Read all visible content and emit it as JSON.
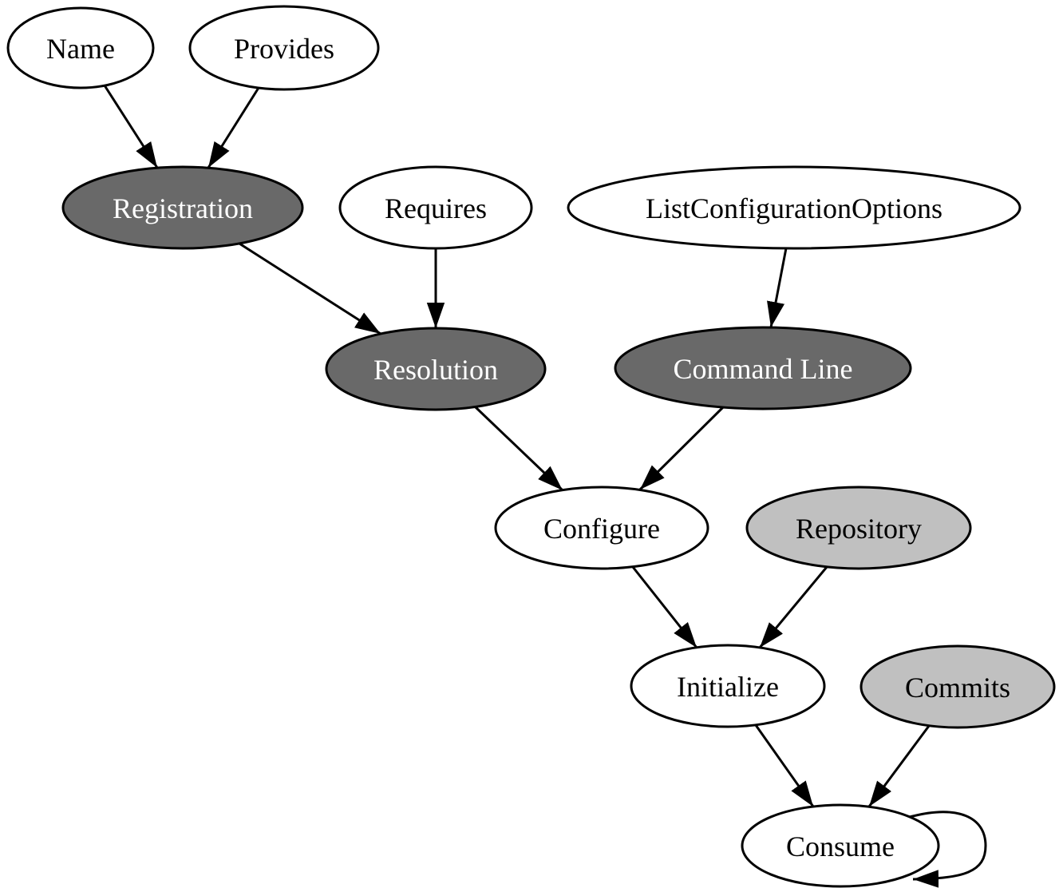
{
  "diagram": {
    "type": "directed-graph",
    "background": "#ffffff",
    "colors": {
      "stroke": "#000000",
      "fill_white": "#ffffff",
      "fill_dark_gray": "#696969",
      "fill_light_gray": "#c0c0c0",
      "text_on_dark": "#ffffff",
      "text_on_light": "#000000"
    },
    "nodes": [
      {
        "id": "name",
        "label": "Name",
        "fill": "#ffffff",
        "text_color": "#000000"
      },
      {
        "id": "provides",
        "label": "Provides",
        "fill": "#ffffff",
        "text_color": "#000000"
      },
      {
        "id": "registration",
        "label": "Registration",
        "fill": "#696969",
        "text_color": "#ffffff"
      },
      {
        "id": "requires",
        "label": "Requires",
        "fill": "#ffffff",
        "text_color": "#000000"
      },
      {
        "id": "list-configuration-options",
        "label": "ListConfigurationOptions",
        "fill": "#ffffff",
        "text_color": "#000000"
      },
      {
        "id": "resolution",
        "label": "Resolution",
        "fill": "#696969",
        "text_color": "#ffffff"
      },
      {
        "id": "command-line",
        "label": "Command Line",
        "fill": "#696969",
        "text_color": "#ffffff"
      },
      {
        "id": "configure",
        "label": "Configure",
        "fill": "#ffffff",
        "text_color": "#000000"
      },
      {
        "id": "repository",
        "label": "Repository",
        "fill": "#c0c0c0",
        "text_color": "#000000"
      },
      {
        "id": "initialize",
        "label": "Initialize",
        "fill": "#ffffff",
        "text_color": "#000000"
      },
      {
        "id": "commits",
        "label": "Commits",
        "fill": "#c0c0c0",
        "text_color": "#000000"
      },
      {
        "id": "consume",
        "label": "Consume",
        "fill": "#ffffff",
        "text_color": "#000000"
      }
    ],
    "edges": [
      {
        "from": "Name",
        "to": "Registration"
      },
      {
        "from": "Provides",
        "to": "Registration"
      },
      {
        "from": "Registration",
        "to": "Resolution"
      },
      {
        "from": "Requires",
        "to": "Resolution"
      },
      {
        "from": "ListConfigurationOptions",
        "to": "Command Line"
      },
      {
        "from": "Resolution",
        "to": "Configure"
      },
      {
        "from": "Command Line",
        "to": "Configure"
      },
      {
        "from": "Configure",
        "to": "Initialize"
      },
      {
        "from": "Repository",
        "to": "Initialize"
      },
      {
        "from": "Initialize",
        "to": "Consume"
      },
      {
        "from": "Commits",
        "to": "Consume"
      },
      {
        "from": "Consume",
        "to": "Consume",
        "self_loop": true
      }
    ]
  }
}
